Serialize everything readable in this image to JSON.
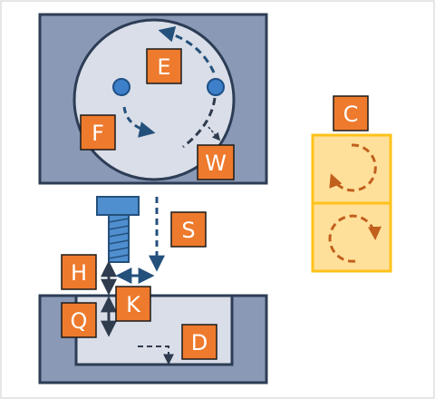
{
  "colors": {
    "frame_border": "#cccccc",
    "panel_fill": "#8a99b5",
    "panel_stroke": "#2d3d55",
    "disk_fill": "#d9dee8",
    "pin_fill": "#3d7fc9",
    "pin_stroke": "#1f4f86",
    "arrow_blue": "#24507c",
    "arrow_dark": "#2f3b4e",
    "bolt_fill": "#4f8fd0",
    "label_fill": "#ee7a2d",
    "label_stroke": "#1a1a1a",
    "label_text": "#ffffff",
    "cell_fill": "#ffe09a",
    "cell_stroke": "#ffc21a",
    "cell_arrow": "#c0601c"
  },
  "labels": {
    "E": "E",
    "F": "F",
    "W": "W",
    "C": "C",
    "S": "S",
    "H": "H",
    "K": "K",
    "Q": "Q",
    "D": "D"
  },
  "icons": {
    "cw_cell": "clockwise-rotation-icon",
    "ccw_cell": "counterclockwise-rotation-icon"
  }
}
